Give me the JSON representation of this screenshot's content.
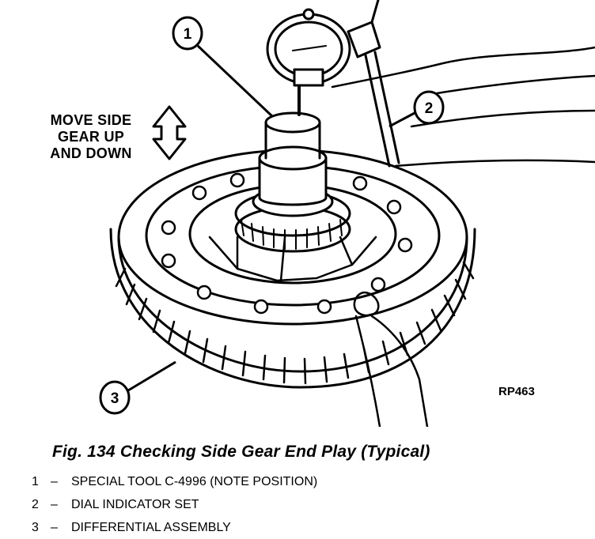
{
  "figure": {
    "callouts": [
      {
        "number": "1"
      },
      {
        "number": "2"
      },
      {
        "number": "3"
      }
    ],
    "instruction": [
      "MOVE SIDE",
      "GEAR UP",
      "AND DOWN"
    ],
    "reference_code": "RP463"
  },
  "caption": "Fig. 134 Checking Side Gear End Play (Typical)",
  "legend": {
    "items": [
      {
        "number": "1",
        "dash": "–",
        "text": "SPECIAL TOOL C-4996 (NOTE POSITION)"
      },
      {
        "number": "2",
        "dash": "–",
        "text": "DIAL INDICATOR SET"
      },
      {
        "number": "3",
        "dash": "–",
        "text": "DIFFERENTIAL ASSEMBLY"
      }
    ]
  }
}
